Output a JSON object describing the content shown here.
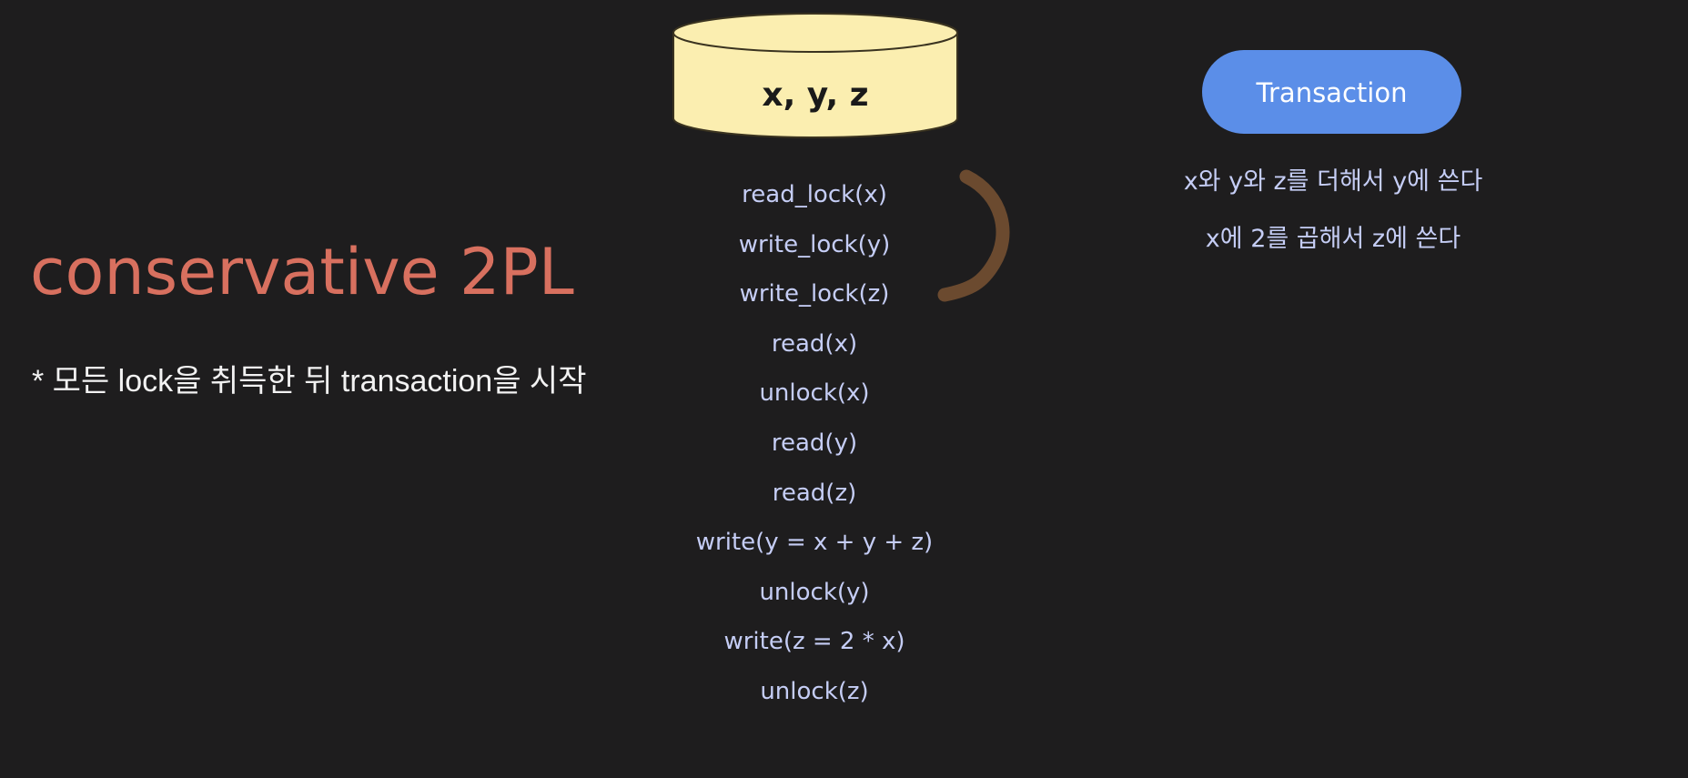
{
  "title": "conservative 2PL",
  "note": "* 모든 lock을 취득한 뒤 transaction을 시작",
  "database": {
    "label": "x, y, z",
    "fill_color": "#fbeeb0",
    "stroke_color": "#3a3320"
  },
  "operations": [
    "read_lock(x)",
    "write_lock(y)",
    "write_lock(z)",
    "read(x)",
    "unlock(x)",
    "read(y)",
    "read(z)",
    "write(y = x + y + z)",
    "unlock(y)",
    "write(z = 2 * x)",
    "unlock(z)"
  ],
  "bracket_color": "#6b4a2f",
  "transaction": {
    "label": "Transaction",
    "color": "#5b8ee8",
    "description": [
      "x와 y와 z를 더해서 y에 쓴다",
      "x에 2를 곱해서 z에 쓴다"
    ]
  },
  "colors": {
    "background": "#1e1d1e",
    "title": "#d8705f",
    "operation_text": "#c5cdf5"
  }
}
